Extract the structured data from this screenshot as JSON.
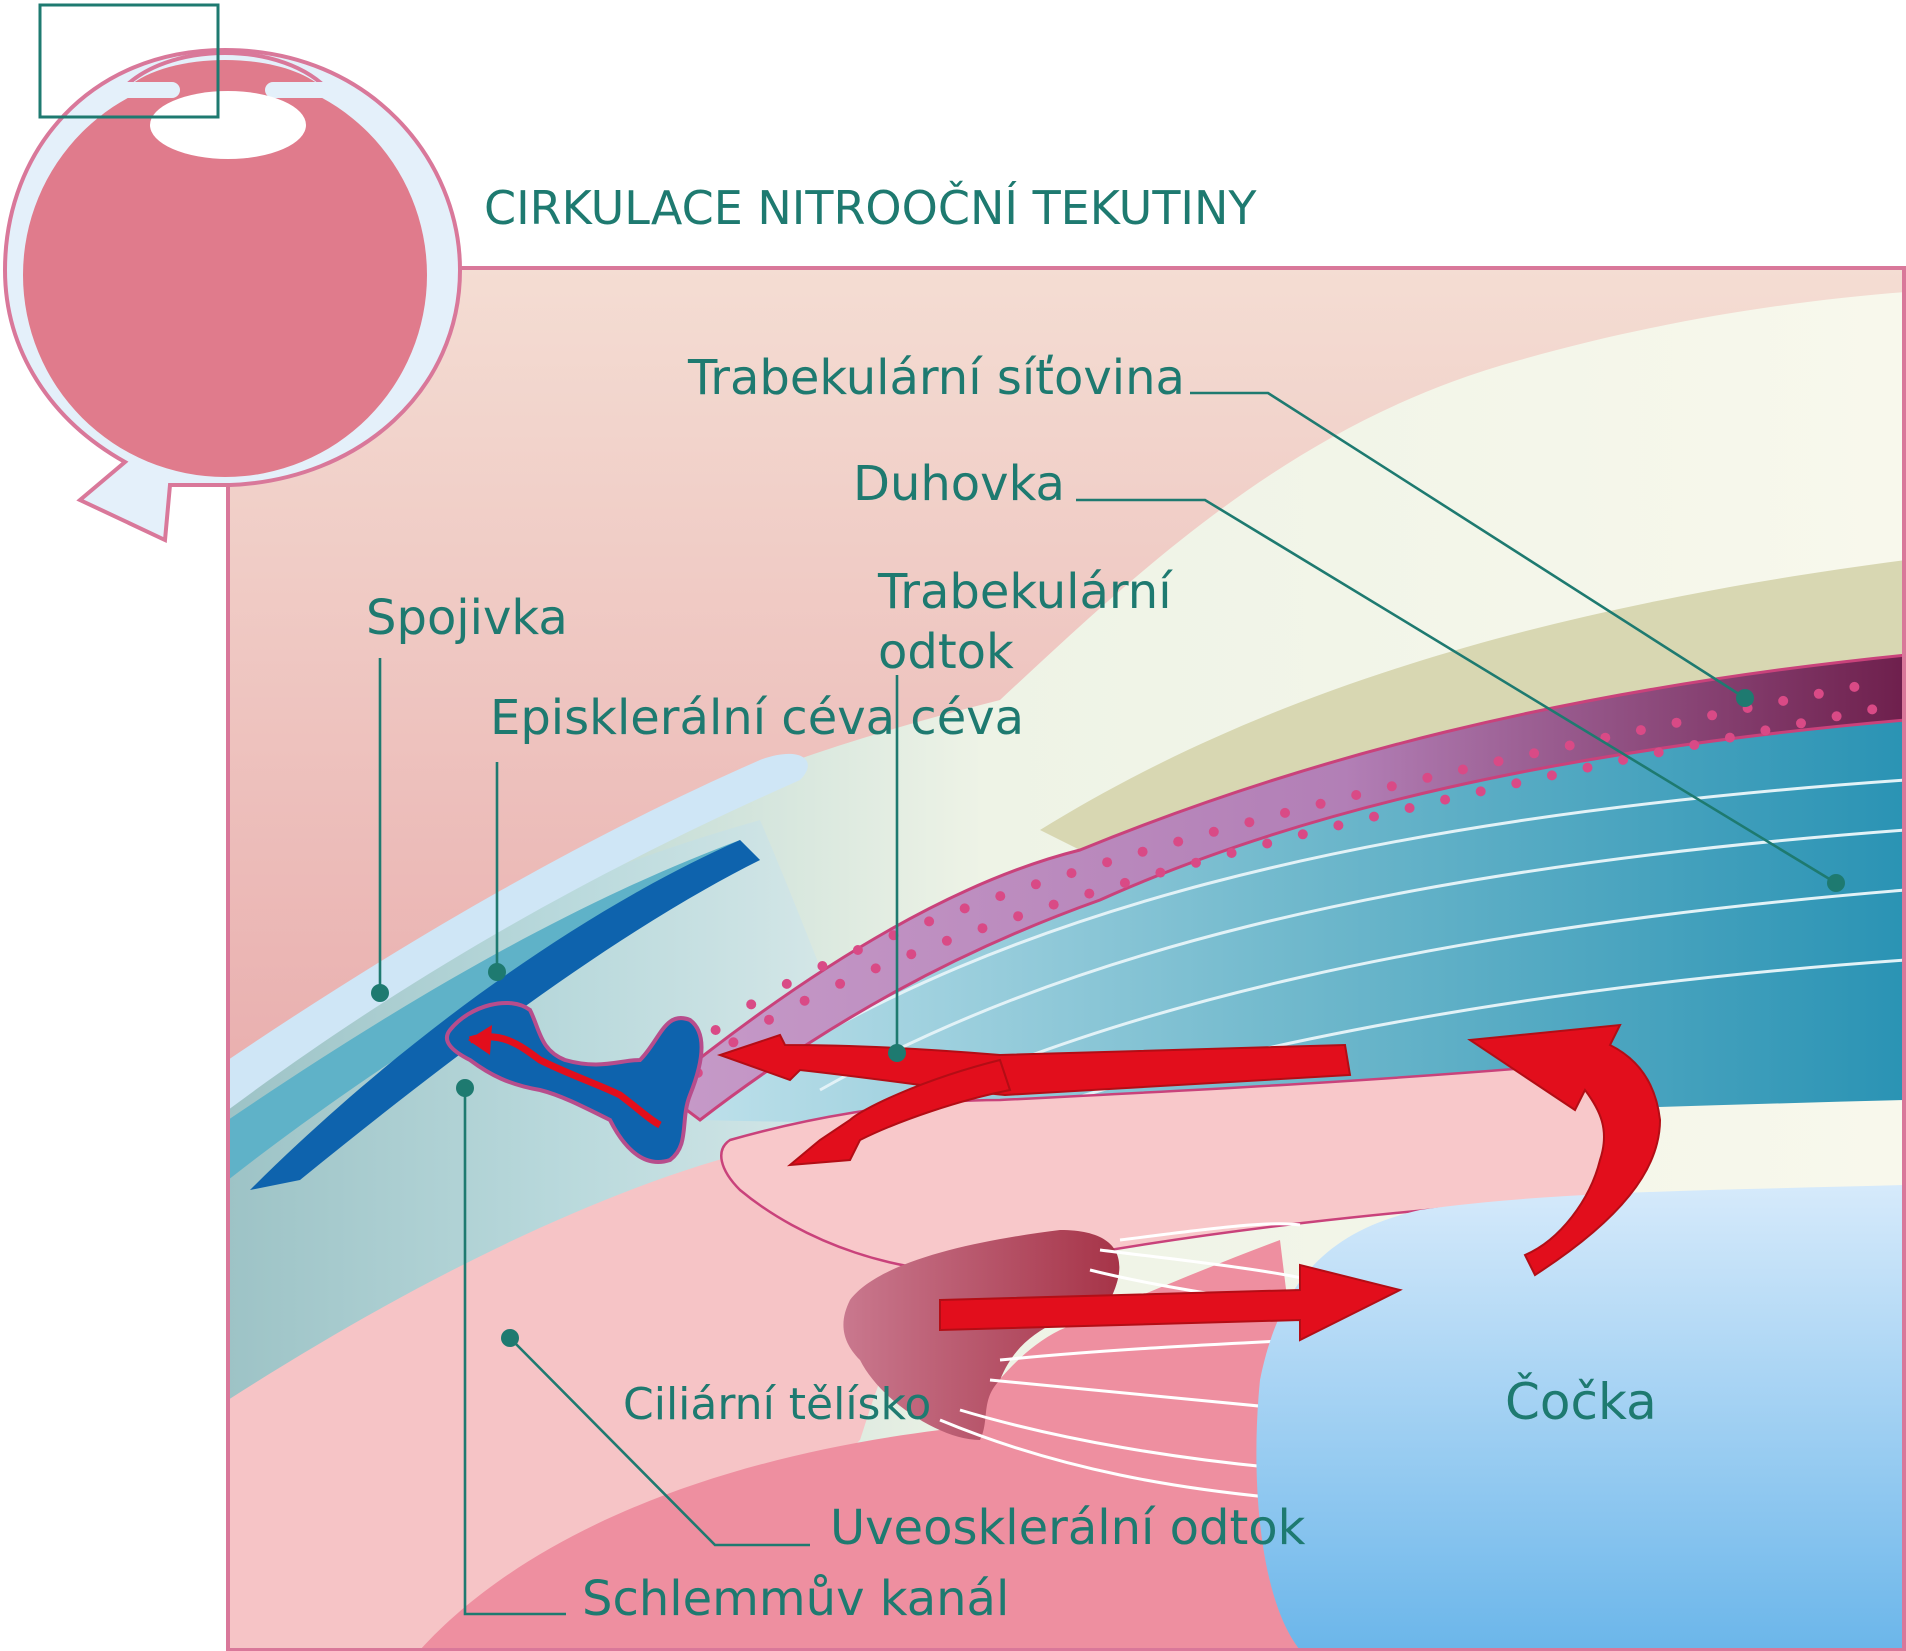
{
  "title": "CIRKULACE NITROOČNÍ TEKUTINY",
  "labels": {
    "trabecular_meshwork": "Trabekulární síťovina",
    "iris": "Duhovka",
    "trabecular_outflow_1": "Trabekulární",
    "trabecular_outflow_2": "odtok",
    "conjunctiva": "Spojivka",
    "episcleral_vessel": "Episklerální céva céva",
    "ciliary_body": "Ciliární tělísko",
    "lens": "Čočka",
    "uveoscleral_outflow": "Uveosklerální odtok",
    "schlemm_canal": "Schlemmův kanál"
  },
  "colors": {
    "label_text": "#1e7a70",
    "frame_border": "#d9789a",
    "flow_arrow": "#e20e1c",
    "eye_body": "#e07b8c",
    "lens_blue": "#8ec4ef",
    "vessel_blue": "#0e63ad"
  }
}
